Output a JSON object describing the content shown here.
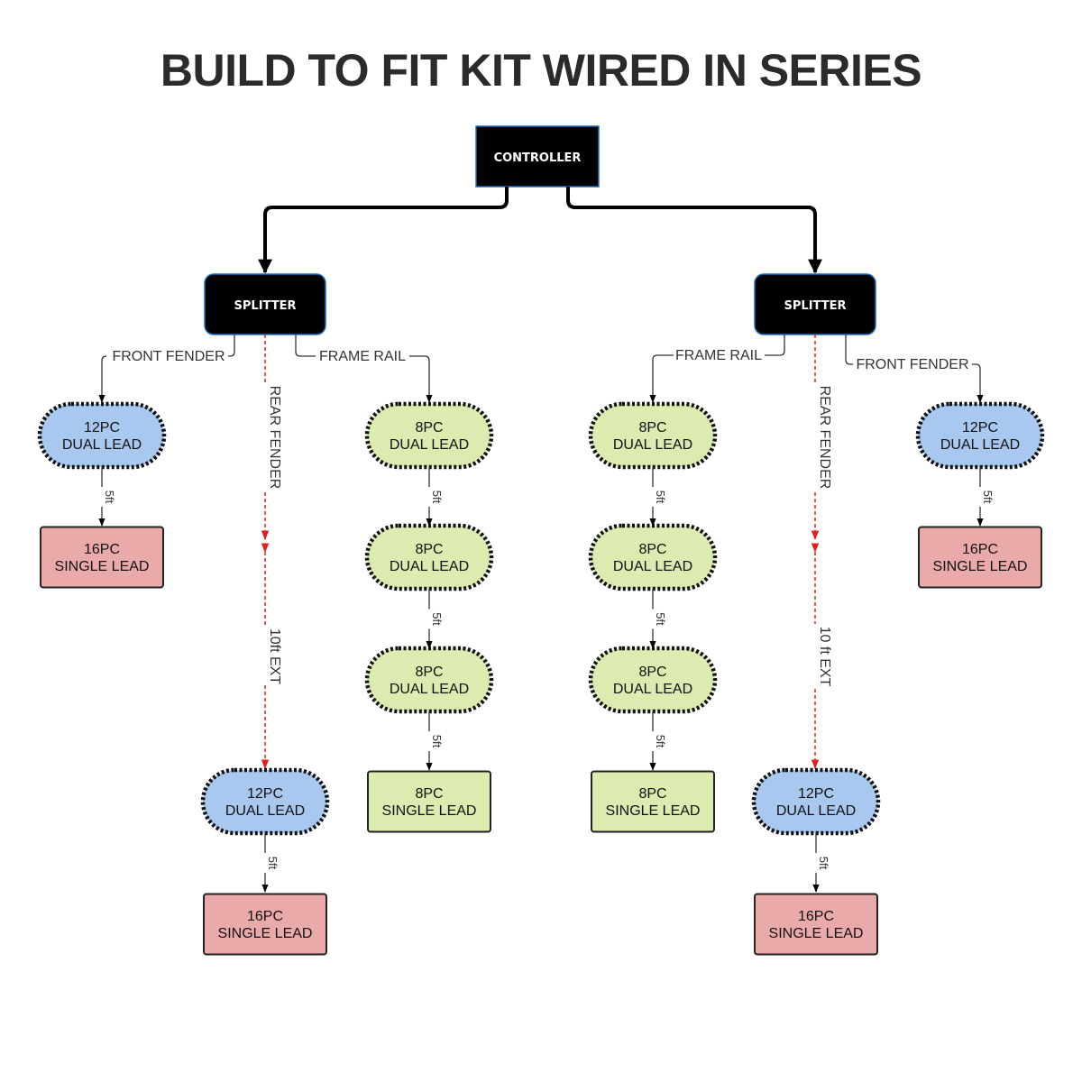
{
  "title": "BUILD TO FIT KIT WIRED IN SERIES",
  "controller": "CONTROLLER",
  "splitter": "SPLITTER",
  "branch_labels": {
    "front_fender": "FRONT FENDER",
    "frame_rail": "FRAME RAIL",
    "rear_fender": "REAR FENDER"
  },
  "ext_left": "10ft EXT",
  "ext_right": "10 ft EXT",
  "connector": "5ft",
  "nodes": {
    "dual_12": [
      "12PC",
      "DUAL LEAD"
    ],
    "single_16": [
      "16PC",
      "SINGLE LEAD"
    ],
    "dual_8": [
      "8PC",
      "DUAL LEAD"
    ],
    "single_8": [
      "8PC",
      "SINGLE LEAD"
    ]
  },
  "colors": {
    "blue": "#a8c8ef",
    "green": "#dcebb0",
    "pink": "#ebaaaa",
    "black": "#000000",
    "box_border": "#1f6fc1",
    "red_dash": "#e02020"
  }
}
